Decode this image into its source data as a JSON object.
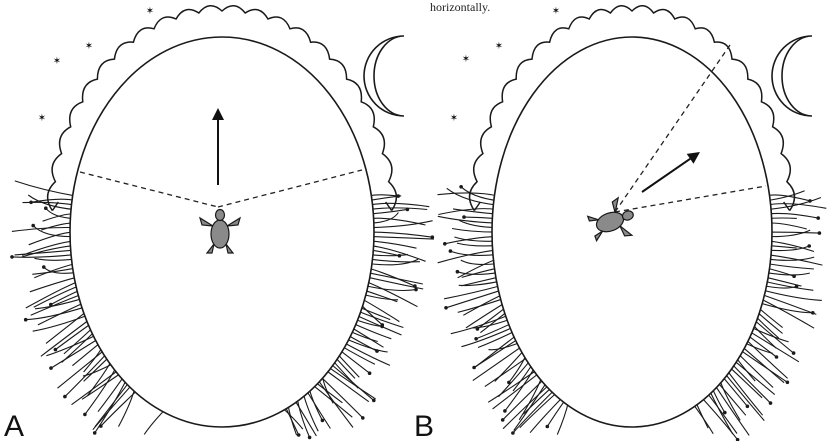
{
  "caption_fragment": "horizontally.",
  "panels": [
    {
      "label": "A"
    },
    {
      "label": "B"
    }
  ],
  "colors": {
    "turtle_fill": "#8a8a8a",
    "line": "#1a1a1a",
    "background": "#ffffff"
  }
}
